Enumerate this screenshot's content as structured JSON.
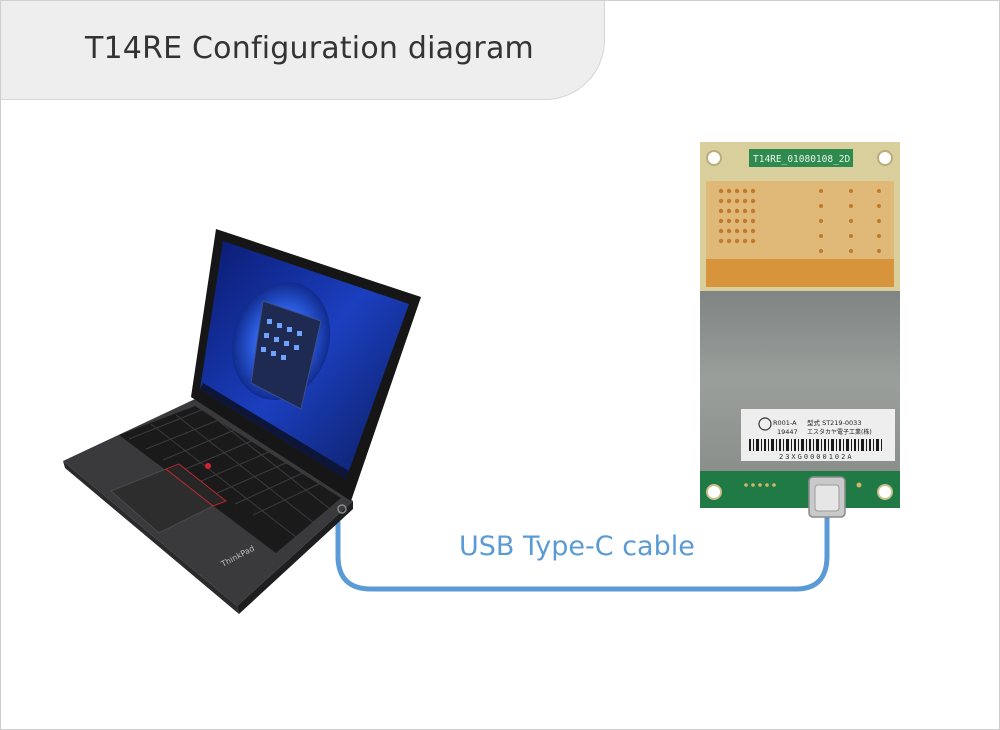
{
  "title": "T14RE Configuration diagram",
  "cable_label": "USB Type-C cable",
  "laptop": {
    "brand_text": "ThinkPad"
  },
  "module": {
    "pcb_label": "T14RE_01080108_2D",
    "sticker_line1": "R001-A",
    "sticker_line2": "19447",
    "sticker_model": "型式 ST219-0033",
    "sticker_maker": "エスタカヤ電子工業(株)",
    "barcode_text": "23XG0000102A"
  },
  "colors": {
    "cable": "#5b9bd5",
    "title_bg": "#eeeeee",
    "pcb_green": "#1f7a45",
    "antenna_gold": "#d8a35a",
    "shield_gray": "#8a8f8c"
  }
}
